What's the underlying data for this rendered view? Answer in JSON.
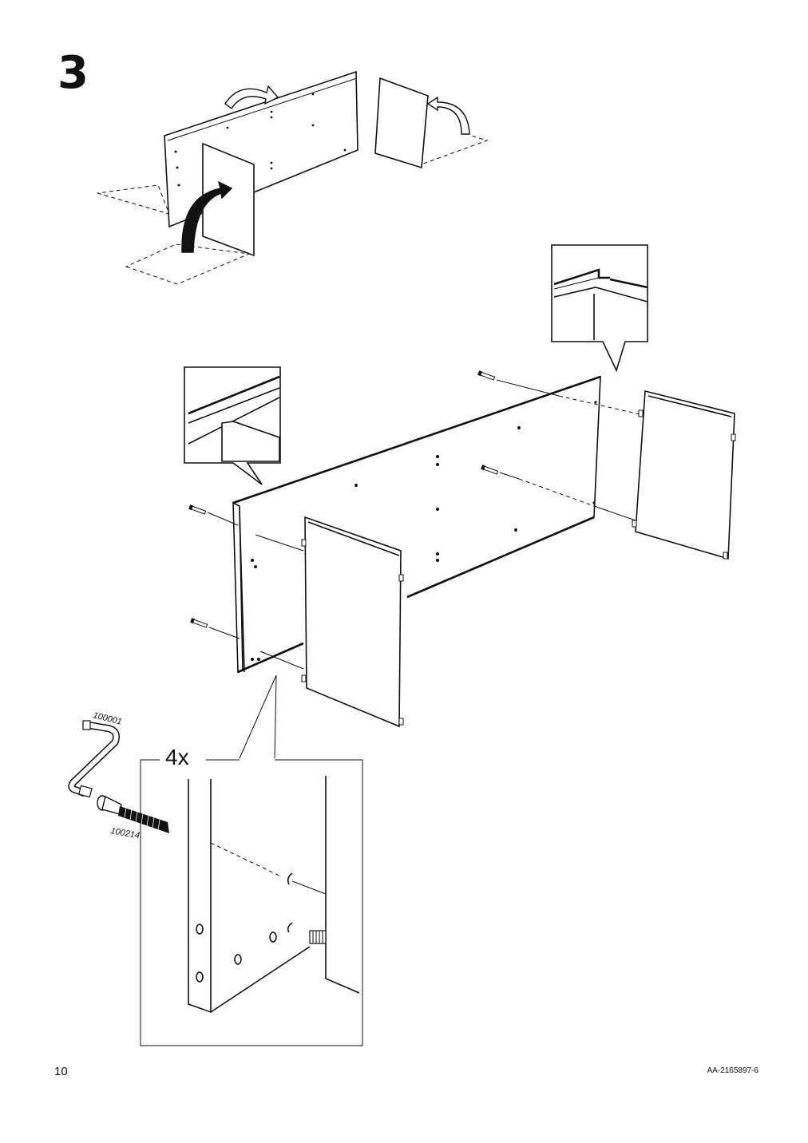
{
  "step": {
    "number": "3"
  },
  "detail": {
    "quantity": "4x"
  },
  "parts": {
    "allen_key": "100001",
    "dowel_screw": "100214"
  },
  "footer": {
    "page_number": "10",
    "document_code": "AA-2165897-6"
  },
  "icons": [
    "rotate-arrow-icon",
    "fitting-screw-icon",
    "allen-key-icon",
    "dowel-icon"
  ]
}
